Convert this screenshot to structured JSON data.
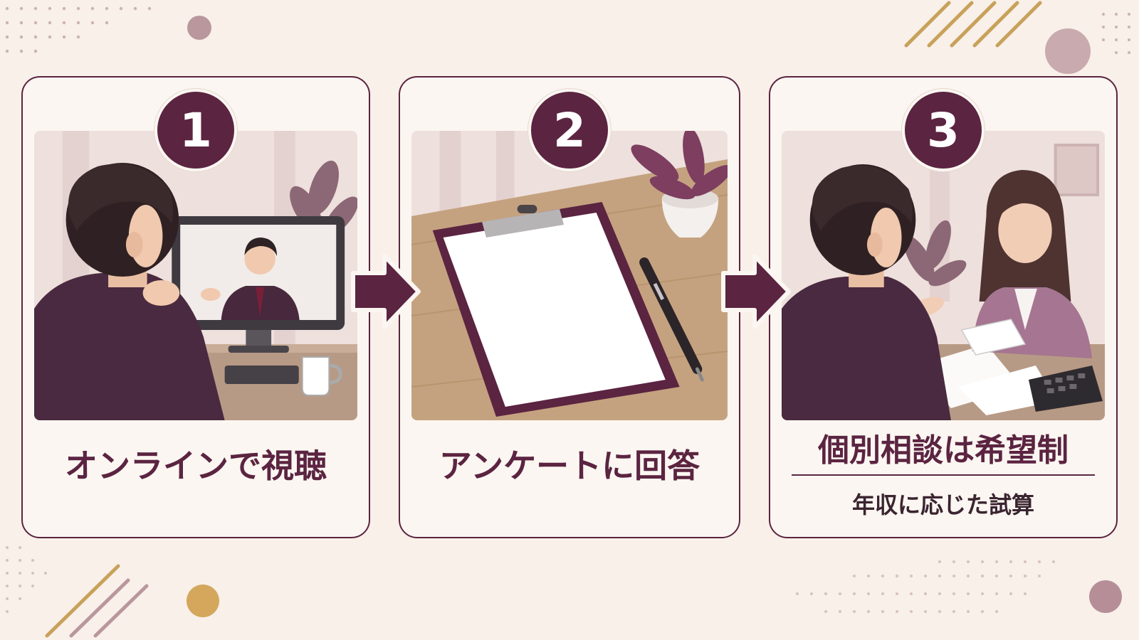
{
  "colors": {
    "background": "#f8f0e9",
    "card": "#fbf6f1",
    "accent": "#5b2441",
    "mauve": "#a07f8b",
    "gold": "#c8a15a"
  },
  "steps": [
    {
      "number": "1",
      "title": "オンラインで視聴",
      "illustration": "person-watching-online-seminar"
    },
    {
      "number": "2",
      "title": "アンケートに回答",
      "illustration": "clipboard-and-pen"
    },
    {
      "number": "3",
      "title": "個別相談は希望制",
      "subtitle": "年収に応じた試算",
      "illustration": "consultation-with-advisor"
    }
  ],
  "arrow_icon": "arrow-right-icon"
}
